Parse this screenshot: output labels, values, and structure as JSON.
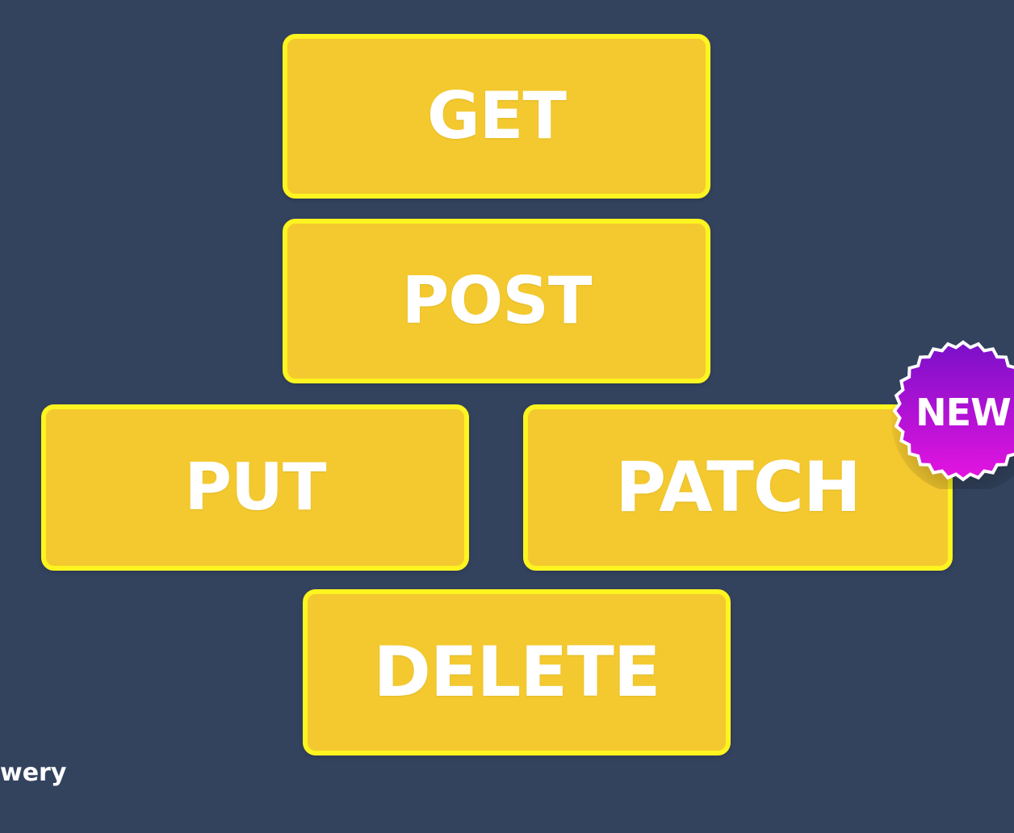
{
  "methods": {
    "get": "GET",
    "post": "POST",
    "put": "PUT",
    "patch": "PATCH",
    "delete": "DELETE"
  },
  "badge": {
    "label": "NEW",
    "colors": [
      "#7a10c8",
      "#e414e0"
    ]
  },
  "watermark": {
    "text": "wery"
  },
  "colors": {
    "background": "#33435e",
    "box_fill": "#f4c92f",
    "box_border": "#fdf420",
    "label": "#ffffff"
  }
}
